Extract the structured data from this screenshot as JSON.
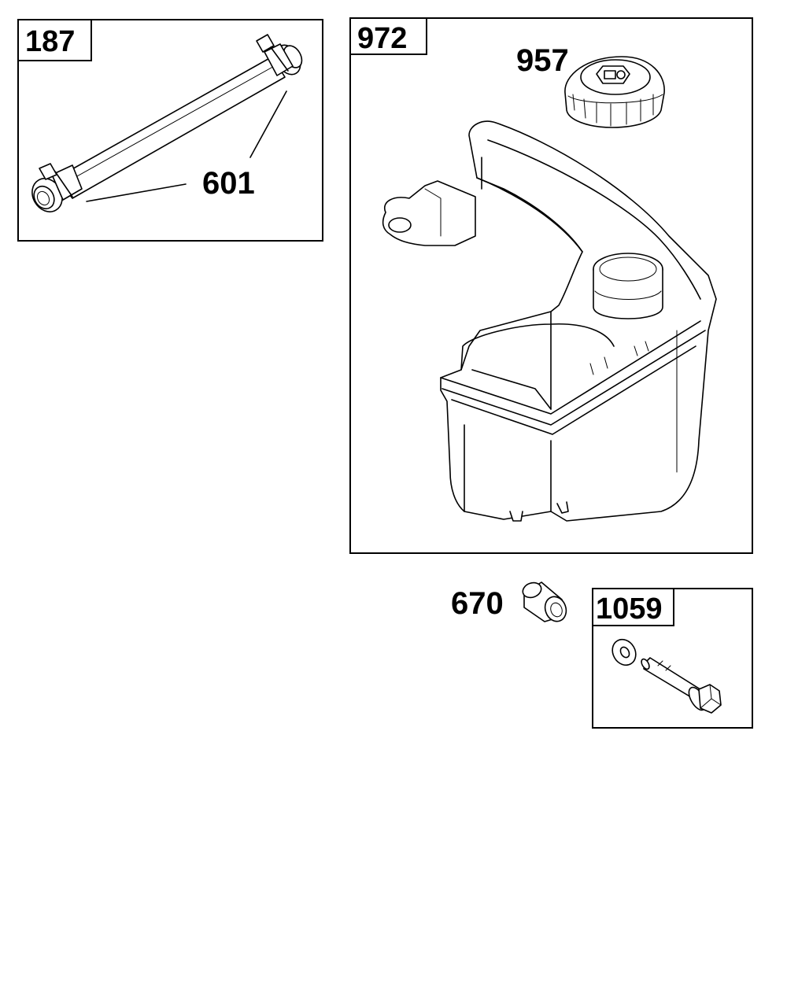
{
  "kits": [
    {
      "id": "kit-187",
      "number": "187"
    },
    {
      "id": "kit-972",
      "number": "972"
    },
    {
      "id": "kit-1059",
      "number": "1059"
    }
  ],
  "parts": [
    {
      "id": "part-601",
      "number": "601",
      "icon": "fuel-hose-with-clamps-icon"
    },
    {
      "id": "part-957",
      "number": "957",
      "icon": "fuel-cap-icon"
    },
    {
      "id": "part-670",
      "number": "670",
      "icon": "spacer-bushing-icon"
    }
  ],
  "assemblies": [
    {
      "id": "fuel-tank",
      "icon": "fuel-tank-icon"
    },
    {
      "id": "bolt-and-washer",
      "icon": "bolt-washer-icon"
    }
  ]
}
